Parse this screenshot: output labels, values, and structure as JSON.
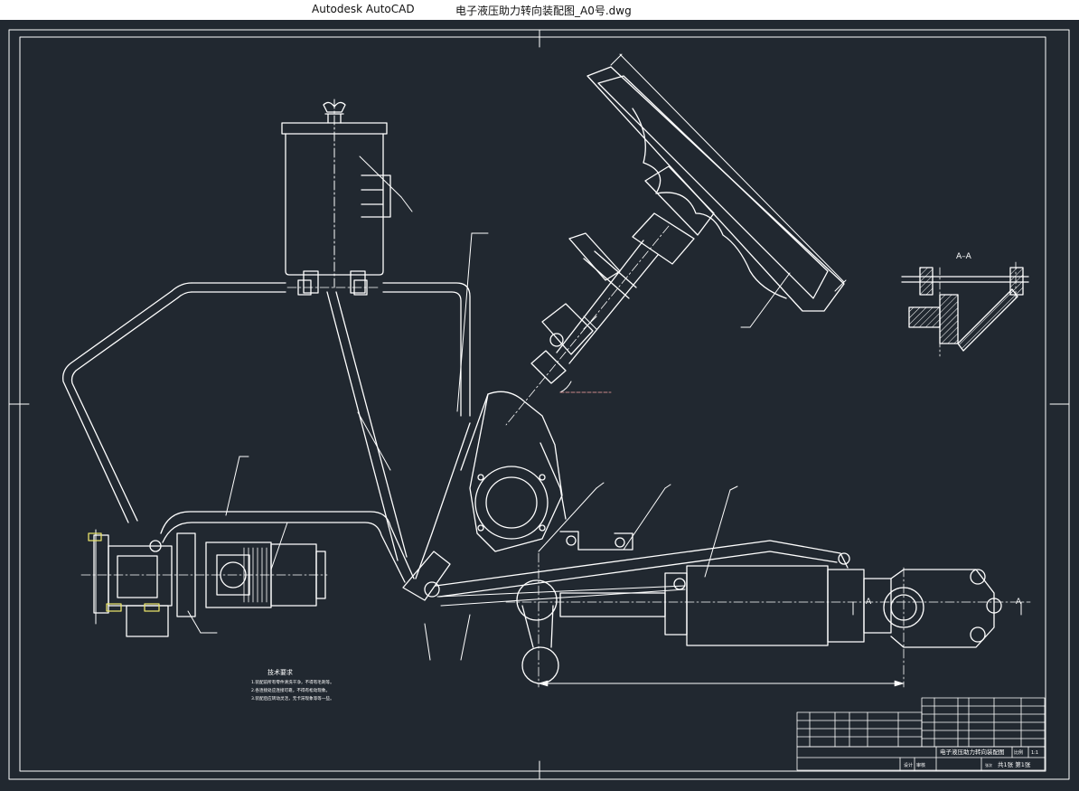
{
  "window": {
    "app_name": "Autodesk AutoCAD",
    "document_title": "电子液压助力转向装配图_A0号.dwg"
  },
  "colors": {
    "background": "#212830",
    "line": "#ffffff",
    "hatch": "#ffffff"
  },
  "drawing": {
    "section_label": "A–A",
    "section_mark": "A",
    "notes": {
      "heading": "技术要求",
      "line1": "1.装配前所有零件清洗干净，不得有毛刺等。",
      "line2": "2.各连接处应连接可靠，不得有松动现象。",
      "line3": "3.装配后应转动灵活，无卡滞现象等等一些。"
    },
    "title_block": {
      "drawing_title": "电子液压助力转向装配图",
      "designer": "设计",
      "checker": "审核",
      "scale_label": "比例",
      "scale_value": "1:1",
      "sheet_label": "张次",
      "sheet_value": "共1张 第1张"
    }
  }
}
